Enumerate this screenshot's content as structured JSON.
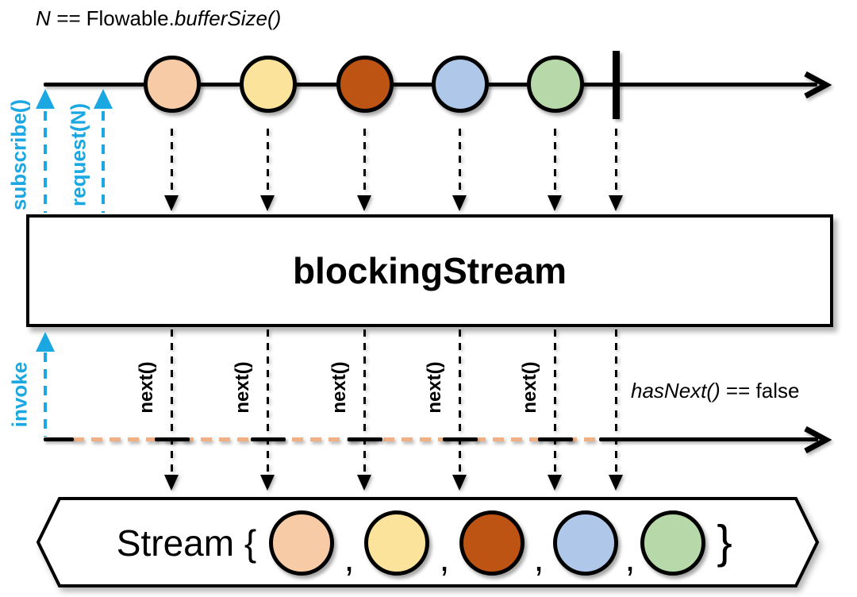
{
  "diagram": {
    "title": {
      "n_italic": "N == ",
      "flowable": "Flowable.",
      "buffersize_italic": "bufferSize()"
    },
    "source_timeline": {
      "subscribe_label": "subscribe()",
      "request_label": "request(N)"
    },
    "operator_box": {
      "label": "blockingStream"
    },
    "consumer": {
      "invoke_label": "invoke",
      "next_label": "next()",
      "hasnext_italic": "hasNext() ",
      "hasnext_rest": "== false"
    },
    "marbles": [
      {
        "name": "peach",
        "color": "#F6CBA6"
      },
      {
        "name": "yellow",
        "color": "#FBE39C"
      },
      {
        "name": "burnt-orange",
        "color": "#BD5414"
      },
      {
        "name": "blue",
        "color": "#AFC7E8"
      },
      {
        "name": "green",
        "color": "#B7D8A8"
      }
    ],
    "stream_result": {
      "prefix": "Stream {",
      "separator": ",",
      "suffix": "}"
    },
    "colors": {
      "accent": "#1BA7E1",
      "timeline_dash": "#F1B083"
    }
  }
}
